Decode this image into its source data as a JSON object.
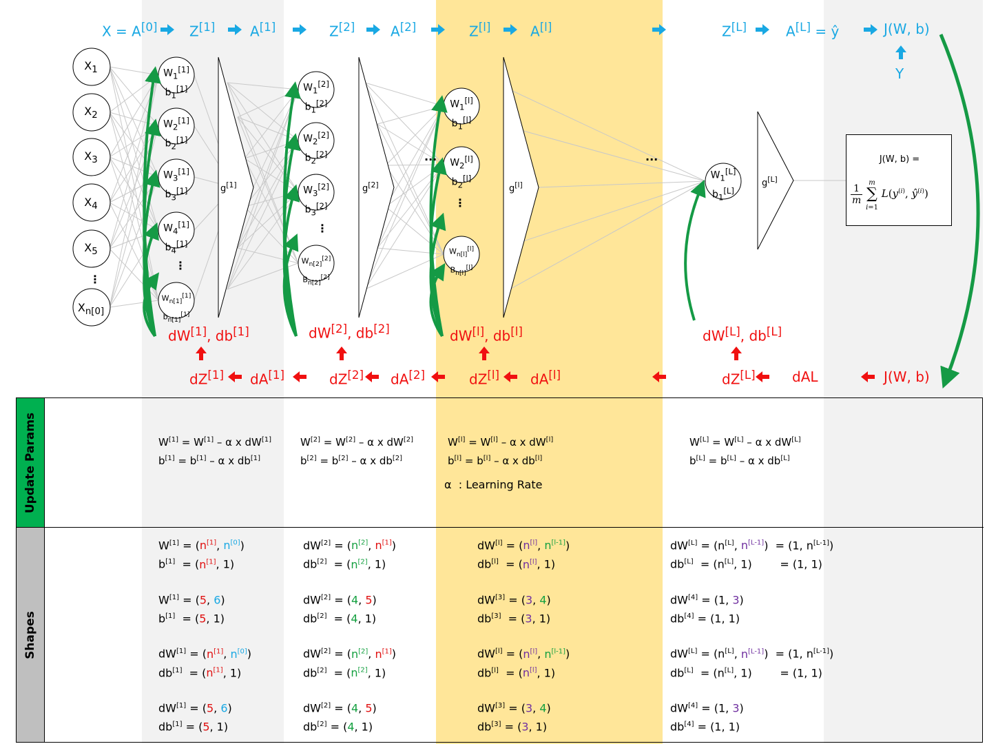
{
  "colors": {
    "forward": "#19A8E3",
    "backward": "#F01010",
    "gradient_arrow": "#159A45",
    "band_gray": "#F2F2F2",
    "band_yellow": "#FFE699",
    "update_label_bg": "#00B050",
    "shapes_label_bg": "#BFBFBF"
  },
  "forward_row": [
    "X = A[0]",
    "Z[1]",
    "A[1]",
    "Z[2]",
    "A[2]",
    "Z[l]",
    "A[l]",
    "Z[L]",
    "A[L] = ŷ",
    "J(W, b)"
  ],
  "label_y": "Y",
  "backward_row": [
    "dZ[1]",
    "dA[1]",
    "dZ[2]",
    "dA[2]",
    "dZ[l]",
    "dA[l]",
    "dZ[L]",
    "dAL",
    "J(W, b)"
  ],
  "grad_labels": [
    "dW[1], db[1]",
    "dW[2], db[2]",
    "dW[l], db[l]",
    "dW[L], db[L]"
  ],
  "inputs": [
    "X1",
    "X2",
    "X3",
    "X4",
    "X5",
    "⋮",
    "Xn[0]"
  ],
  "layer1_nodes": [
    "W1[1] b1[1]",
    "W2[1] b2[1]",
    "W3[1] b3[1]",
    "W4[1] b4[1]",
    "⋮",
    "Wn[1][1] bn[1][1]"
  ],
  "layer2_nodes": [
    "W1[2] b1[2]",
    "W2[2] b2[2]",
    "W3[2] b3[2]",
    "⋮",
    "Wn[2][2] Bn[2][2]"
  ],
  "layerl_nodes": [
    "W1[l] b1[l]",
    "W2[l] b2[l]",
    "⋮",
    "Wn[l][l] Bn[l][l]"
  ],
  "layerL_nodes": [
    "W1[L] b1[L]"
  ],
  "activations": [
    "g[1]",
    "g[2]",
    "g[l]",
    "g[L]"
  ],
  "ellipsis": "...",
  "cost": {
    "title": "J(W, b) =",
    "formula": "1/m Σ(i=1..m) L(y(i), ŷ(i))"
  },
  "table": {
    "update_label": "Update Params",
    "shapes_label": "Shapes",
    "learning_rate_note": "α  : Learning Rate",
    "update": [
      [
        "W[1] = W[1] – α x dW[1]",
        "b[1] = b[1] – α x db[1]"
      ],
      [
        "W[2] = W[2] – α x dW[2]",
        "b[2] = b[2] – α x db[2]"
      ],
      [
        "W[l] = W[l] – α x dW[l]",
        "b[l] = b[l] – α x db[l]"
      ],
      [
        "W[L] = W[L] – α x dW[L]",
        "b[L] = b[L] – α x db[L]"
      ]
    ],
    "shapes": [
      [
        "W[1] = (n[1], n[0])",
        "b[1]  = (n[1], 1)",
        "W[1] = (5, 6)",
        "b[1]  = (5, 1)",
        "dW[1] = (n[1], n[0])",
        "db[1]  = (n[1], 1)",
        "dW[1] = (5, 6)",
        "db[1] = (5, 1)"
      ],
      [
        "dW[2] = (n[2], n[1])",
        "db[2]  = (n[2], 1)",
        "dW[2] = (4, 5)",
        "db[2]  = (4, 1)",
        "dW[2] = (n[2], n[1])",
        "db[2]  = (n[2], 1)",
        "dW[2] = (4, 5)",
        "db[2] = (4, 1)"
      ],
      [
        "dW[l] = (n[l], n[l-1])",
        "db[l]  = (n[l], 1)",
        "dW[3] = (3, 4)",
        "db[3]  = (3, 1)",
        "dW[l] = (n[l], n[l-1])",
        "db[l]  = (n[l], 1)",
        "dW[3] = (3, 4)",
        "db[3] = (3, 1)"
      ],
      [
        "dW[L] = (n[L], n[L-1])  = (1, n[L-1])",
        "db[L]  = (n[L], 1)        = (1, 1)",
        "dW[4] = (1, 3)",
        "db[4] = (1, 1)",
        "dW[L] = (n[L], n[L-1])  = (1, n[L-1])",
        "db[L]  = (n[L], 1)        = (1, 1)",
        "dW[4] = (1, 3)",
        "db[4] = (1, 1)"
      ]
    ]
  }
}
